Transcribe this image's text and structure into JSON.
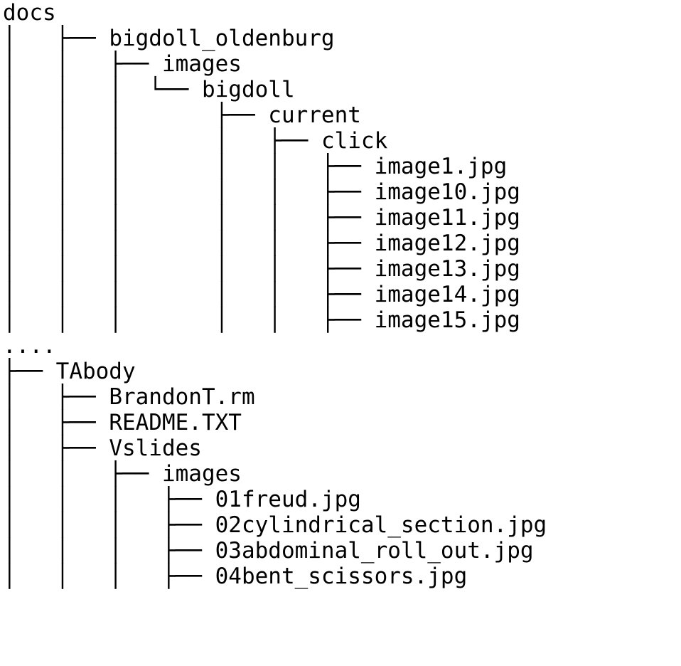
{
  "tree": {
    "lines": [
      {
        "prefix": "",
        "name": "docs"
      },
      {
        "prefix": "│   ├── ",
        "name": "bigdoll_oldenburg"
      },
      {
        "prefix": "│   │   ├── ",
        "name": "images"
      },
      {
        "prefix": "│   │   │  └── ",
        "name": "bigdoll"
      },
      {
        "prefix": "│   │   │       ├── ",
        "name": "current"
      },
      {
        "prefix": "│   │   │       │   ├── ",
        "name": "click"
      },
      {
        "prefix": "│   │   │       │   │   ├── ",
        "name": "image1.jpg"
      },
      {
        "prefix": "│   │   │       │   │   ├── ",
        "name": "image10.jpg"
      },
      {
        "prefix": "│   │   │       │   │   ├── ",
        "name": "image11.jpg"
      },
      {
        "prefix": "│   │   │       │   │   ├── ",
        "name": "image12.jpg"
      },
      {
        "prefix": "│   │   │       │   │   ├── ",
        "name": "image13.jpg"
      },
      {
        "prefix": "│   │   │       │   │   ├── ",
        "name": "image14.jpg"
      },
      {
        "prefix": "│   │   │       │   │   ├── ",
        "name": "image15.jpg"
      },
      {
        "prefix": "",
        "name": "...."
      },
      {
        "prefix": "├── ",
        "name": "TAbody"
      },
      {
        "prefix": "│   ├── ",
        "name": "BrandonT.rm"
      },
      {
        "prefix": "│   ├── ",
        "name": "README.TXT"
      },
      {
        "prefix": "│   ├── ",
        "name": "Vslides"
      },
      {
        "prefix": "│   │   ├── ",
        "name": "images"
      },
      {
        "prefix": "│   │   │   ├── ",
        "name": "01freud.jpg"
      },
      {
        "prefix": "│   │   │   ├── ",
        "name": "02cylindrical_section.jpg"
      },
      {
        "prefix": "│   │   │   ├── ",
        "name": "03abdominal_roll_out.jpg"
      },
      {
        "prefix": "│   │   │   ├── ",
        "name": "04bent_scissors.jpg"
      }
    ]
  }
}
